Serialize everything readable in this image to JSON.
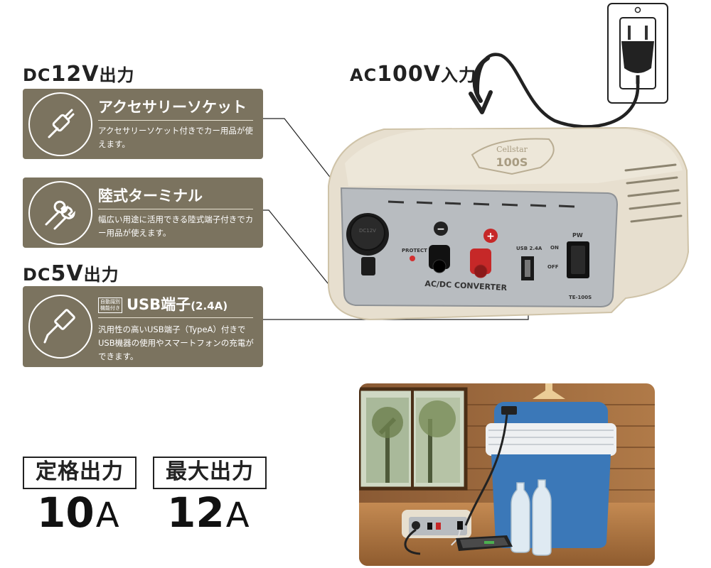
{
  "headings": {
    "dc12v_prefix": "DC",
    "dc12v_num": "12V",
    "dc12v_suffix": "出力",
    "ac100v_prefix": "AC",
    "ac100v_num": "100V",
    "ac100v_suffix": "入力",
    "dc5v_prefix": "DC",
    "dc5v_num": "5V",
    "dc5v_suffix": "出力"
  },
  "cards": {
    "accessory": {
      "title": "アクセサリーソケット",
      "desc": "アクセサリーソケット付きでカー用品が使えます。",
      "icon": "car-plug-icon"
    },
    "terminal": {
      "title": "陸式ターミナル",
      "desc": "幅広い用途に活用できる陸式端子付きでカー用品が使えます。",
      "icon": "wrench-terminal-icon"
    },
    "usb": {
      "tag_line1": "自動識別",
      "tag_line2": "機能付き",
      "title": "USB端子",
      "title_suffix": "(2.4A)",
      "desc": "汎用性の高いUSB端子（TypeA）付きでUSB機器の使用やスマートフォンの充電ができます。",
      "icon": "usb-plug-icon"
    }
  },
  "device": {
    "badge_brand": "Cellstar",
    "badge_model": "100S",
    "socket_text": "DC12V",
    "protect_label": "PROTECT",
    "minus_label": "−",
    "plus_label": "+",
    "usb_label": "USB 2.4A",
    "pw_label": "PW",
    "on_label": "ON",
    "off_label": "OFF",
    "converter_label": "AC/DC CONVERTER",
    "model_label": "TE-100S"
  },
  "ratings": {
    "rated_label": "定格出力",
    "rated_value": "10",
    "rated_unit": "A",
    "max_label": "最大出力",
    "max_value": "12",
    "max_unit": "A"
  },
  "colors": {
    "card_bg": "#7b735f",
    "device_body": "#e7dfcf",
    "device_panel": "#b8bcc0",
    "cooler_blue": "#3b78b8"
  }
}
